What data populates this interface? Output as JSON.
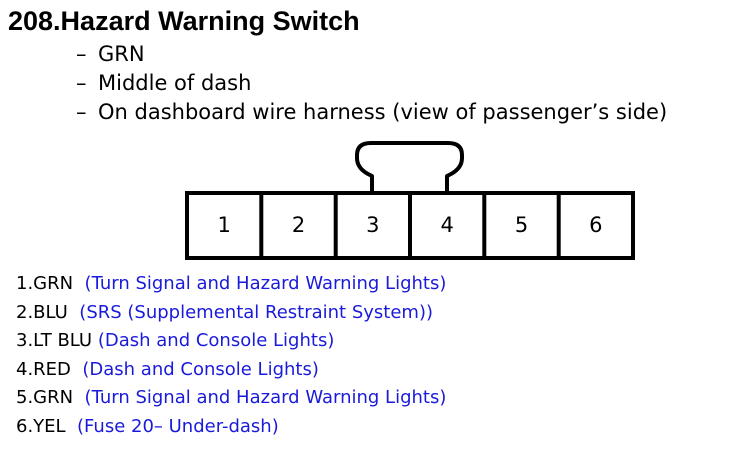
{
  "title": "208.Hazard Warning Switch",
  "bullets": [
    {
      "marker": "–",
      "text": "GRN"
    },
    {
      "marker": "–",
      "text": "Middle of dash"
    },
    {
      "marker": "–",
      "text": "On dashboard wire harness (view of passenger’s side)"
    }
  ],
  "connector": {
    "pin_labels": [
      "1",
      "2",
      "3",
      "4",
      "5",
      "6"
    ]
  },
  "pins": [
    {
      "id": "1.GRN",
      "desc": "(Turn Signal and Hazard Warning Lights)"
    },
    {
      "id": "2.BLU",
      "desc": "(SRS (Supplemental Restraint System))"
    },
    {
      "id": "3.LT BLU",
      "desc": "(Dash and Console Lights)"
    },
    {
      "id": "4.RED",
      "desc": "(Dash and Console Lights)"
    },
    {
      "id": "5.GRN",
      "desc": "(Turn Signal and Hazard Warning Lights)"
    },
    {
      "id": "6.YEL",
      "desc": "(Fuse 20– Under-dash)"
    }
  ],
  "colors": {
    "description_text": "#1a1adb",
    "primary_text": "#000000"
  }
}
